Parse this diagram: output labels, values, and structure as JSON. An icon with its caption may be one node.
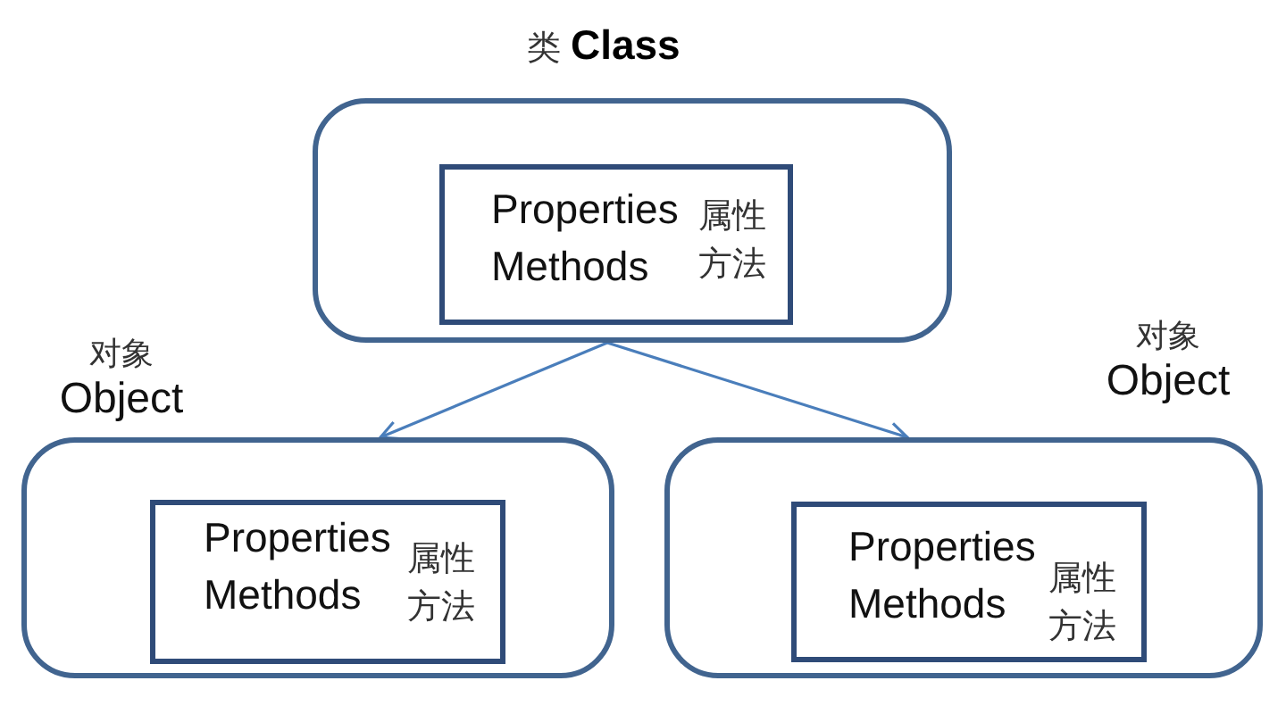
{
  "diagram": {
    "nodes": [
      {
        "text": [
          "类 **Class**"
        ]
      },
      {
        "text": [
          "Properties Methods",
          "属性方法"
        ],
        "in": 0
      },
      {
        "text": [
          "对象 Object"
        ]
      },
      {
        "text": [
          "Properties Methods",
          "属性方法"
        ],
        "in": 2
      },
      {
        "text": [
          "对象 Object"
        ]
      },
      {
        "text": [
          "Properties Methods",
          "属性方法"
        ],
        "in": 4
      }
    ],
    "edges": [
      {
        "from": 0,
        "to": 2,
        "arrow": "to"
      },
      {
        "from": 0,
        "to": 4,
        "arrow": "to"
      }
    ]
  }
}
